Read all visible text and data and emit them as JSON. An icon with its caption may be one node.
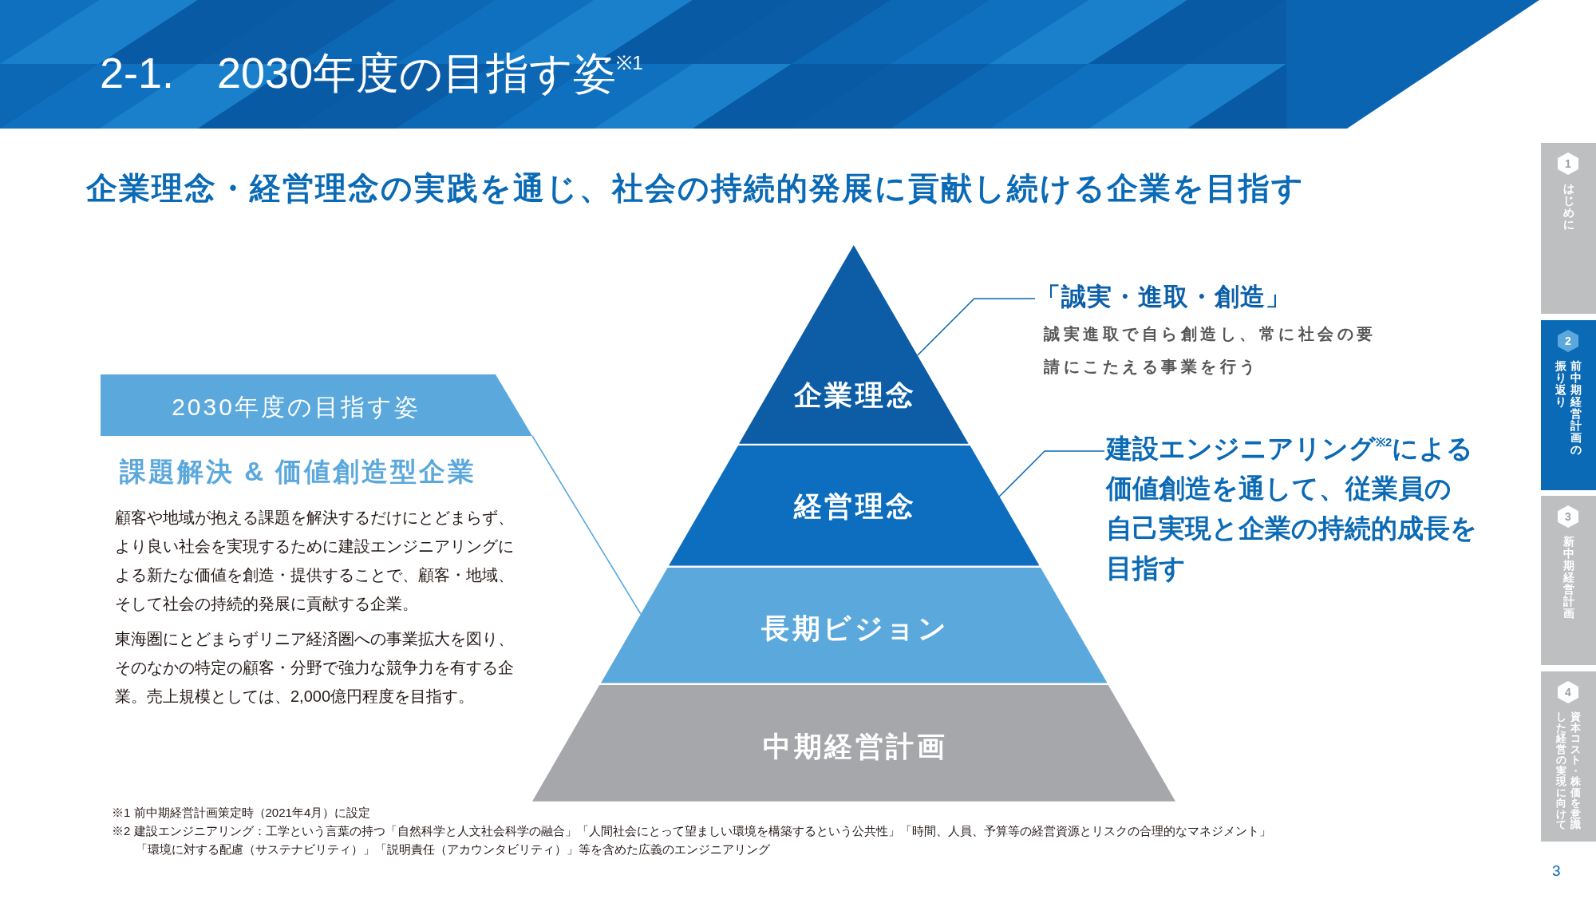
{
  "diagram": {
    "title": "2-1.　2030年度の目指す姿$^{※1}$",
    "nodes": [
      {
        "text": [
          "企業理念"
        ]
      },
      {
        "text": [
          "経営理念"
        ]
      },
      {
        "text": [
          "長期ビジョン"
        ]
      },
      {
        "text": [
          "中期経営計画"
        ]
      },
      {
        "text": [
          "2030年度の目指す姿"
        ],
        "beside": [
          "課題解決 & 価値創造型企業",
          "顧客や地域が抱える課題を解決するだけにとどまらず、より良い社会を実現するために建設エンジニアリングによる新たな価値を創造・提供することで、顧客・地域、そして社会の持続的発展に貢献する企業。",
          "東海圏にとどまらずリニア経済圏への事業拡大を図り、そのなかの特定の顧客・分野で強力な競争力を有する企業。売上規模としては、2,000億円程度を目指す。"
        ]
      },
      {
        "text": [
          "「誠実・進取・創造」",
          "誠実進取で自ら創造し、常に社会の要請にこたえる事業を行う"
        ]
      },
      {
        "text": [
          "建設エンジニアリング$^{※2}$による価値創造を通して、従業員の自己実現と企業の持続的成長を目指す"
        ]
      },
      {
        "text": [
          "はじめに"
        ]
      },
      {
        "text": [
          "1"
        ],
        "in": 7
      },
      {
        "text": [
          "前中期経営計画の振り返り"
        ]
      },
      {
        "text": [
          "2"
        ],
        "in": 9
      },
      {
        "text": [
          "新中期経営計画"
        ]
      },
      {
        "text": [
          "3"
        ],
        "in": 11
      },
      {
        "text": [
          "資本コスト・株価を意識した経営の実現に向けて"
        ]
      },
      {
        "text": [
          "4"
        ],
        "in": 13
      }
    ],
    "edges": [
      {
        "from": 5,
        "to": 0,
        "arrow": "none"
      },
      {
        "from": 6,
        "to": 1,
        "arrow": "none"
      },
      {
        "from": 4,
        "to": 2,
        "arrow": "none",
        "color": "#5ba8dc"
      }
    ],
    "labels": [
      "企業理念・経営理念の実践を通じ、社会の持続的発展に貢献し続ける企業を目指す",
      "※1 前中期経営計画策定時（2021年4月）に設定",
      "※2 建設エンジニアリング：工学という言葉の持つ「自然科学と人文社会科学の融合」「人間社会にとって望ましい環境を構築するという公共性」「時間、人員、予算等の経営資源とリスクの合理的なマネジメント」「環境に対する配慮（サステナビリティ）」「説明責任（アカウンタビリティ）」等を含めた広義のエンジニアリング",
      "3"
    ]
  }
}
